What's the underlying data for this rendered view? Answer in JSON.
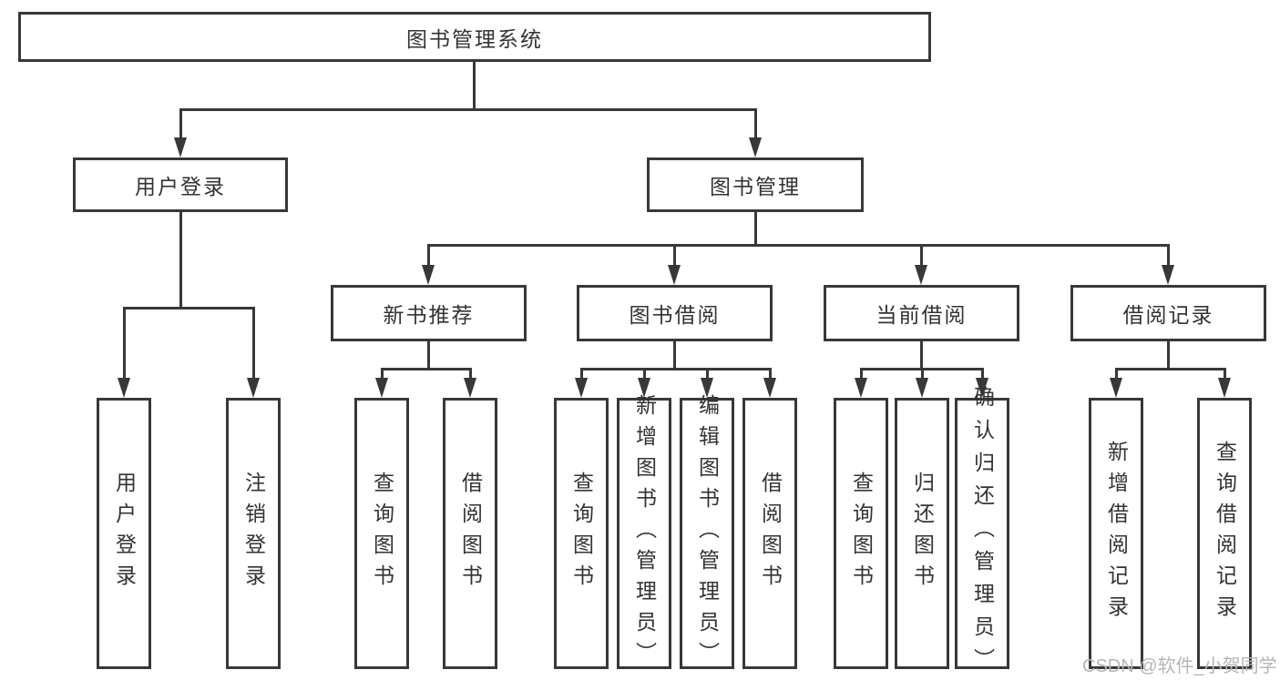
{
  "diagram": {
    "type": "tree",
    "title": "图书管理系统"
  },
  "nodes": {
    "root": "图书管理系统",
    "user_login": "用户登录",
    "book_management": "图书管理",
    "new_book_recommend": "新书推荐",
    "book_borrowing": "图书借阅",
    "current_borrowing": "当前借阅",
    "borrowing_records": "借阅记录",
    "leaf_user_login": "用户登录",
    "leaf_logout": "注销登录",
    "leaf_query_books_rec": "查询图书",
    "leaf_borrow_books_rec": "借阅图书",
    "leaf_query_books_bor": "查询图书",
    "leaf_add_books_admin": "新增图书（管理员）",
    "leaf_edit_books_admin": "编辑图书（管理员）",
    "leaf_borrow_books_bor": "借阅图书",
    "leaf_query_books_cur": "查询图书",
    "leaf_return_books": "归还图书",
    "leaf_confirm_return_admin": "确认归还（管理员）",
    "leaf_add_borrow_record": "新增借阅记录",
    "leaf_query_borrow_record": "查询借阅记录"
  },
  "hierarchy": {
    "root": [
      "user_login",
      "book_management"
    ],
    "user_login": [
      "leaf_user_login",
      "leaf_logout"
    ],
    "book_management": [
      "new_book_recommend",
      "book_borrowing",
      "current_borrowing",
      "borrowing_records"
    ],
    "new_book_recommend": [
      "leaf_query_books_rec",
      "leaf_borrow_books_rec"
    ],
    "book_borrowing": [
      "leaf_query_books_bor",
      "leaf_add_books_admin",
      "leaf_edit_books_admin",
      "leaf_borrow_books_bor"
    ],
    "current_borrowing": [
      "leaf_query_books_cur",
      "leaf_return_books",
      "leaf_confirm_return_admin"
    ],
    "borrowing_records": [
      "leaf_add_borrow_record",
      "leaf_query_borrow_record"
    ]
  },
  "watermark": {
    "text": "CSDN @软件_小贺同学",
    "color": "#b5b5b5"
  },
  "colors": {
    "line": "#383838",
    "box_border": "#383838",
    "text": "#333333",
    "background": "#ffffff"
  }
}
